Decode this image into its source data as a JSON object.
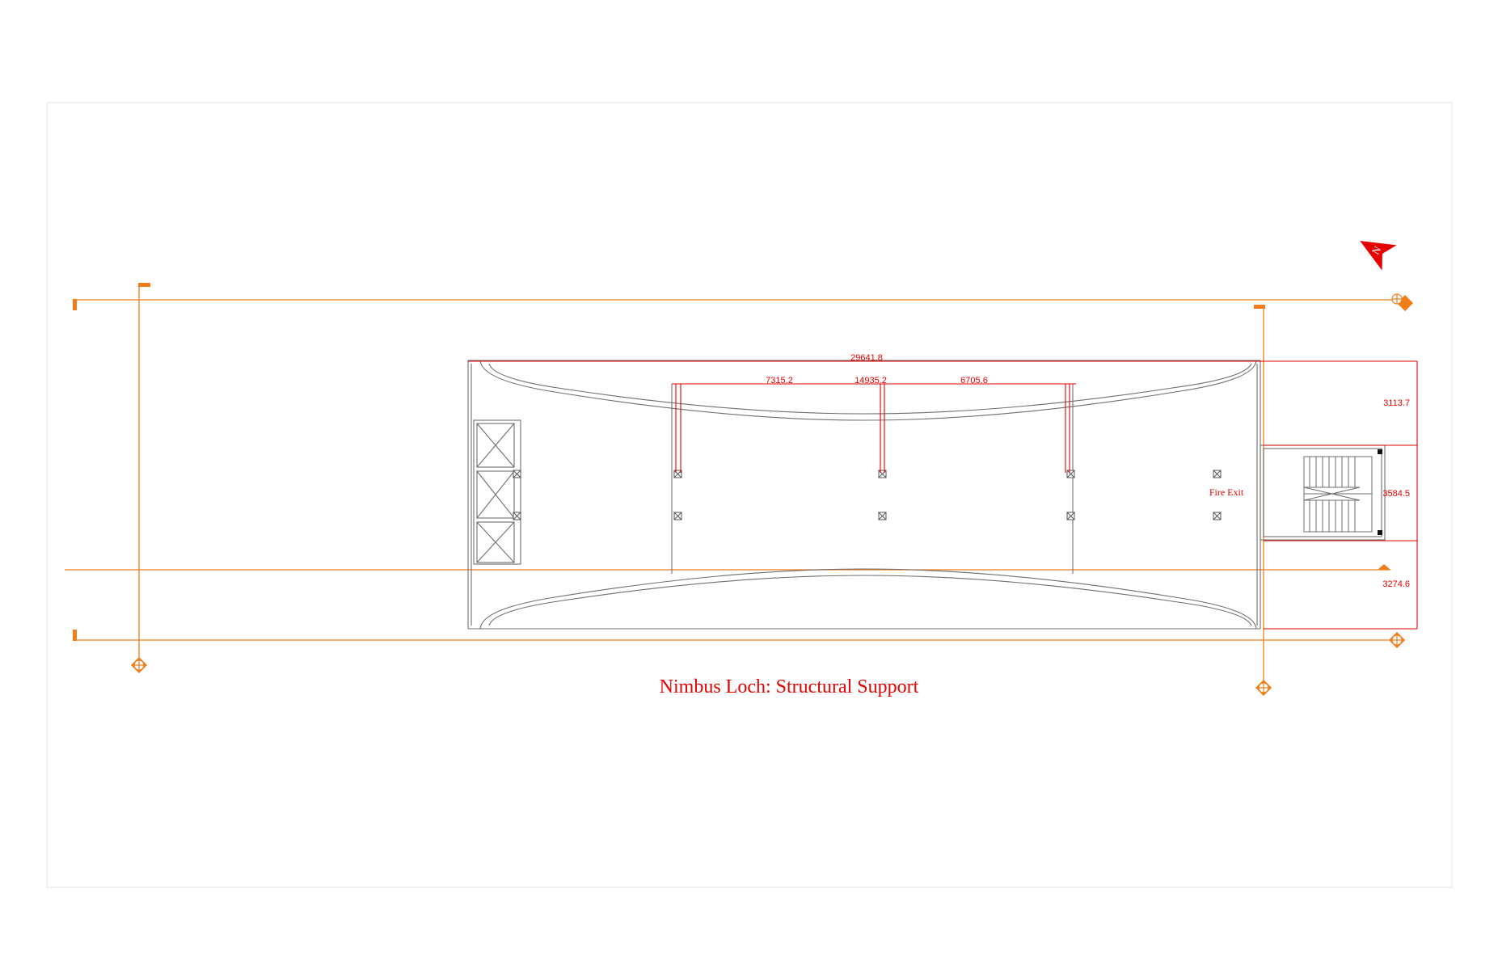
{
  "drawing": {
    "title": "Nimbus Loch: Structural Support",
    "fire_exit_label": "Fire Exit",
    "north_arrow_letter": "N",
    "dimensions": {
      "overall_width": "29641.8",
      "bay_left": "7315.2",
      "bay_center": "14935.2",
      "bay_right": "6705.6",
      "depth_top": "3113.7",
      "depth_middle": "3584.5",
      "depth_bottom": "3274.6"
    }
  },
  "colors": {
    "grid_lines": "#f07d1a",
    "dimensions": "#e60000",
    "walls": "#6e6e6e",
    "sheet_border": "#e2e2e2"
  },
  "icons": [
    "north-arrow-icon",
    "grid-bubble-icon",
    "column-marker-icon",
    "elevator-icon",
    "stair-icon"
  ]
}
